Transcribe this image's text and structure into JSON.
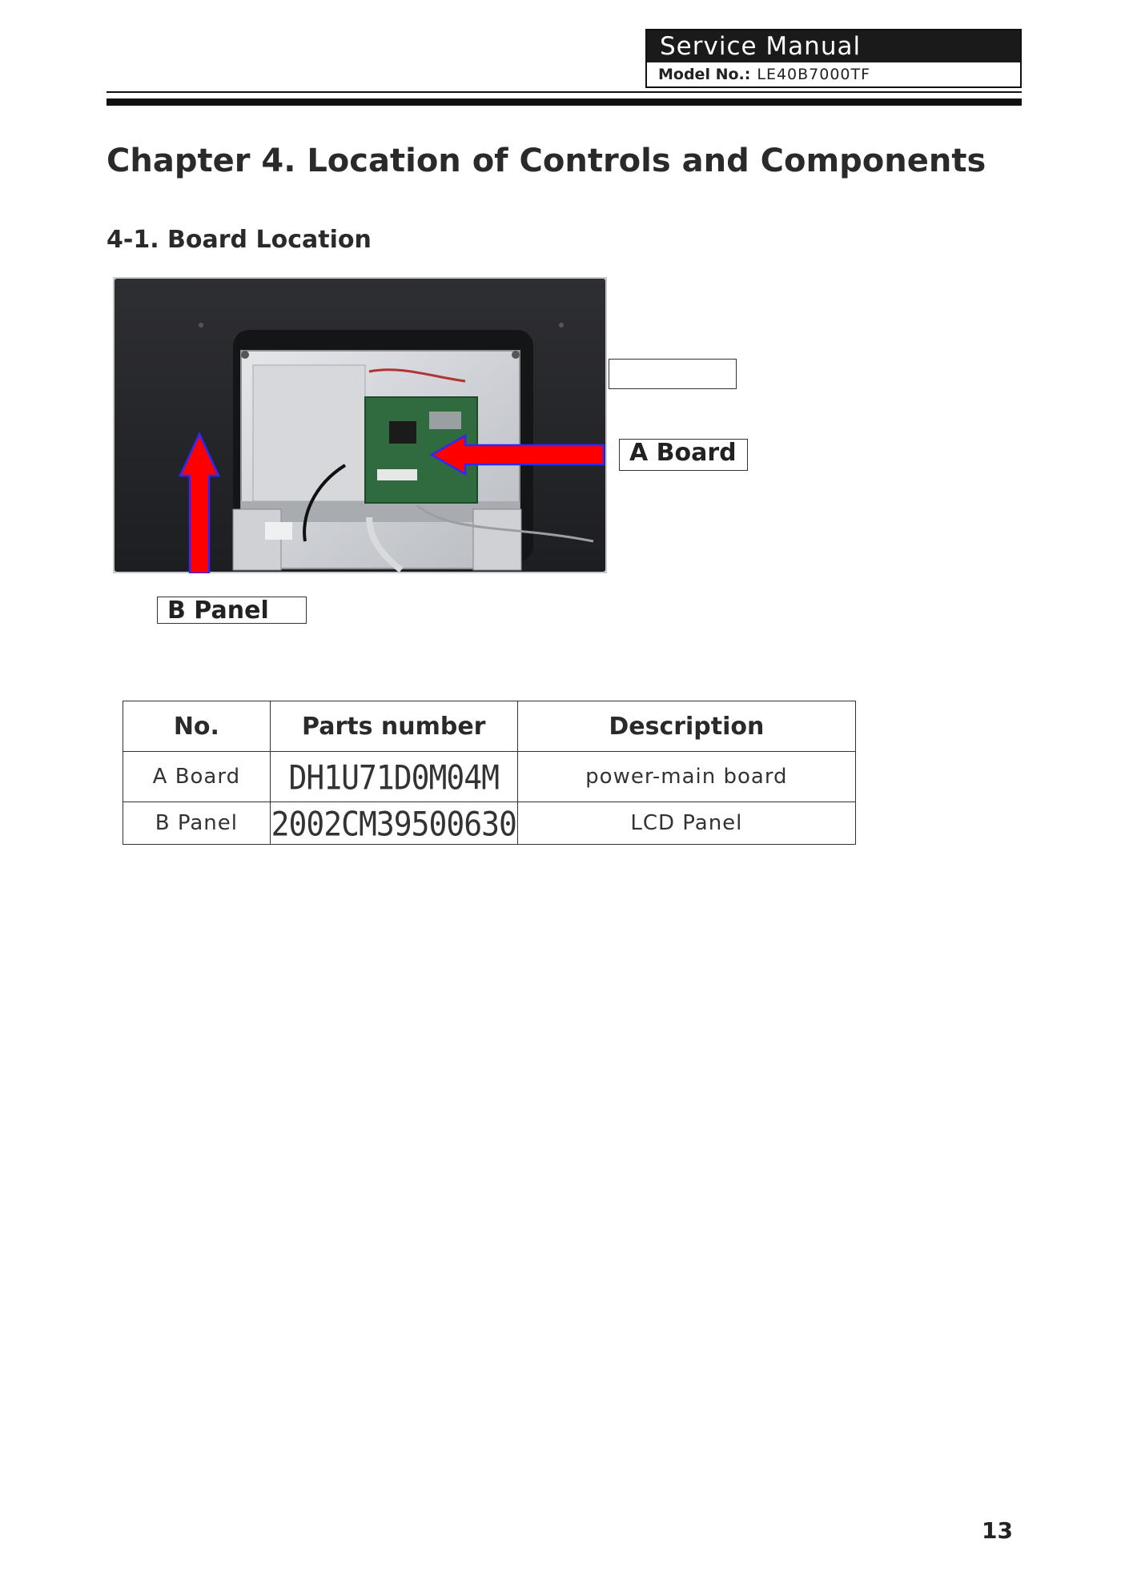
{
  "header": {
    "title": "Service Manual",
    "model_label": "Model No.:",
    "model_value": "LE40B7000TF"
  },
  "chapter_title": "Chapter 4. Location of Controls and Components",
  "section_title": "4-1. Board Location",
  "figure": {
    "callouts": {
      "a": "A Board",
      "b": "B Panel"
    },
    "arrow_color": "#ff0000",
    "arrow_outline": "#2a2aff"
  },
  "table": {
    "headers": [
      "No.",
      "Parts number",
      "Description"
    ],
    "rows": [
      {
        "no": "A Board",
        "part": "DH1U71D0M04M",
        "desc": "power-main board"
      },
      {
        "no": "B Panel",
        "part": "2002CM39500630",
        "desc": "LCD Panel"
      }
    ]
  },
  "page_number": "13"
}
